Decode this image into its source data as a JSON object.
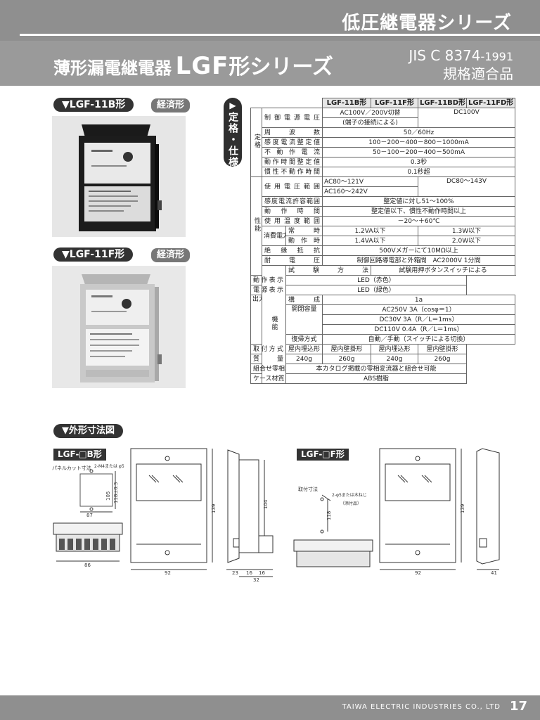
{
  "header": {
    "series_title": "低圧継電器シリーズ",
    "product_title_jp": "薄形漏電継電器",
    "product_title_model": "LGF",
    "product_title_suffix": "形シリーズ",
    "jis_standard": "JIS C 8374",
    "jis_year": "-1991",
    "jis_compliance": "規格適合品"
  },
  "photos": {
    "item1_label": "▼LGF-11B形",
    "item1_badge": "経済形",
    "item2_label": "▼LGF-11F形",
    "item2_badge": "経済形"
  },
  "spec_tab": {
    "arrow": "▶",
    "label": "定格・仕様"
  },
  "spec_table": {
    "models": [
      "LGF-11B形",
      "LGF-11F形",
      "LGF-11BD形",
      "LGF-11FD形"
    ],
    "categories": {
      "rating": "定格",
      "performance": "性能",
      "function": "機能"
    },
    "rows": {
      "supply_voltage_label": "制御電源電圧",
      "supply_voltage_ac": "AC100V／200V切替",
      "supply_voltage_ac_note": "(端子の接続による)",
      "supply_voltage_dc": "DC100V",
      "frequency_label": "周波数",
      "frequency_value": "50／60Hz",
      "sensitivity_label": "感度電流整定値",
      "sensitivity_value": "100－200－400－800－1000mA",
      "non_operating_label": "不動作電流",
      "non_operating_value": "50－100－200－400－500mA",
      "op_time_setting_label": "動作時間整定値",
      "op_time_setting_value": "0.3秒",
      "inertia_label": "慣性不動作時間",
      "inertia_value": "0.1秒超",
      "voltage_range_label": "使用電圧範囲",
      "voltage_range_ac1": "AC80～121V",
      "voltage_range_ac2": "AC160～242V",
      "voltage_range_dc": "DC80～143V",
      "sensitivity_tolerance_label": "感度電流許容範囲",
      "sensitivity_tolerance_value": "整定値に対し51～100%",
      "op_time_label": "動作時間",
      "op_time_value": "整定値以下、慣性不動作時間以上",
      "temp_label": "使用温度範囲",
      "temp_value": "－20～＋60℃",
      "power_label": "消費電力",
      "power_normal_label": "常時",
      "power_normal_ac": "1.2VA以下",
      "power_normal_dc": "1.3W以下",
      "power_operating_label": "動作時",
      "power_operating_ac": "1.4VA以下",
      "power_operating_dc": "2.0W以下",
      "insulation_label": "絶縁抵抗",
      "insulation_value": "500Vメガーにて10MΩ以上",
      "withstand_label": "耐電圧",
      "withstand_value": "制御回路導電部と外箱間　AC2000V 1分間",
      "test_method_label": "試験方法",
      "test_method_value": "試験用押ボタンスイッチによる",
      "op_display_label": "動作表示",
      "op_display_value": "LED（赤色）",
      "power_display_label": "電源表示",
      "power_display_value": "LED（緑色）",
      "output_label": "出力接点",
      "config_label": "構成",
      "config_value": "1a",
      "capacity_label": "開閉容量",
      "capacity_v1": "AC250V 3A（cosφ＝1）",
      "capacity_v2": "DC30V 3A（R／L＝1ms）",
      "capacity_v3": "DC110V 0.4A（R／L＝1ms）",
      "reset_label": "復帰方式",
      "reset_value": "自動／手動（スイッチによる切換）",
      "mounting_label": "取付方式",
      "mounting_values": [
        "屋内埋込形",
        "屋内壁掛形",
        "屋内埋込形",
        "屋内壁掛形"
      ],
      "mass_label": "質量",
      "mass_values": [
        "240g",
        "260g",
        "240g",
        "260g"
      ],
      "zct_label": "組合せ零相変流器",
      "zct_value": "本カタログ掲載の零相変流器と組合せ可能",
      "case_label": "ケース材質",
      "case_value": "ABS樹脂"
    }
  },
  "dimensions": {
    "section_label": "▼外形寸法図",
    "b_type_label": "LGF-□B形",
    "f_type_label": "LGF-□F形",
    "panel_cut_label": "パネルカット寸法",
    "panel_cut_screw": "2-M4または φ5",
    "panel_cut_w": "87",
    "panel_cut_h1": "105",
    "panel_cut_h2": "118±0.3",
    "mount_label": "取付寸法",
    "mount_screw": "2-φ5または木ねじ",
    "mount_accessory": "（添付品）",
    "mount_h": "118",
    "b_terminal_w": "86",
    "b_front_w": "92",
    "b_front_h": "139",
    "b_side_h": "104",
    "b_side_w1": "23",
    "b_side_w2": "16",
    "b_side_w3": "16",
    "b_side_total": "32",
    "f_front_w": "92",
    "f_front_h": "139",
    "f_side_w": "41"
  },
  "footer": {
    "company": "TAIWA ELECTRIC INDUSTRIES CO., LTD",
    "page": "17"
  }
}
